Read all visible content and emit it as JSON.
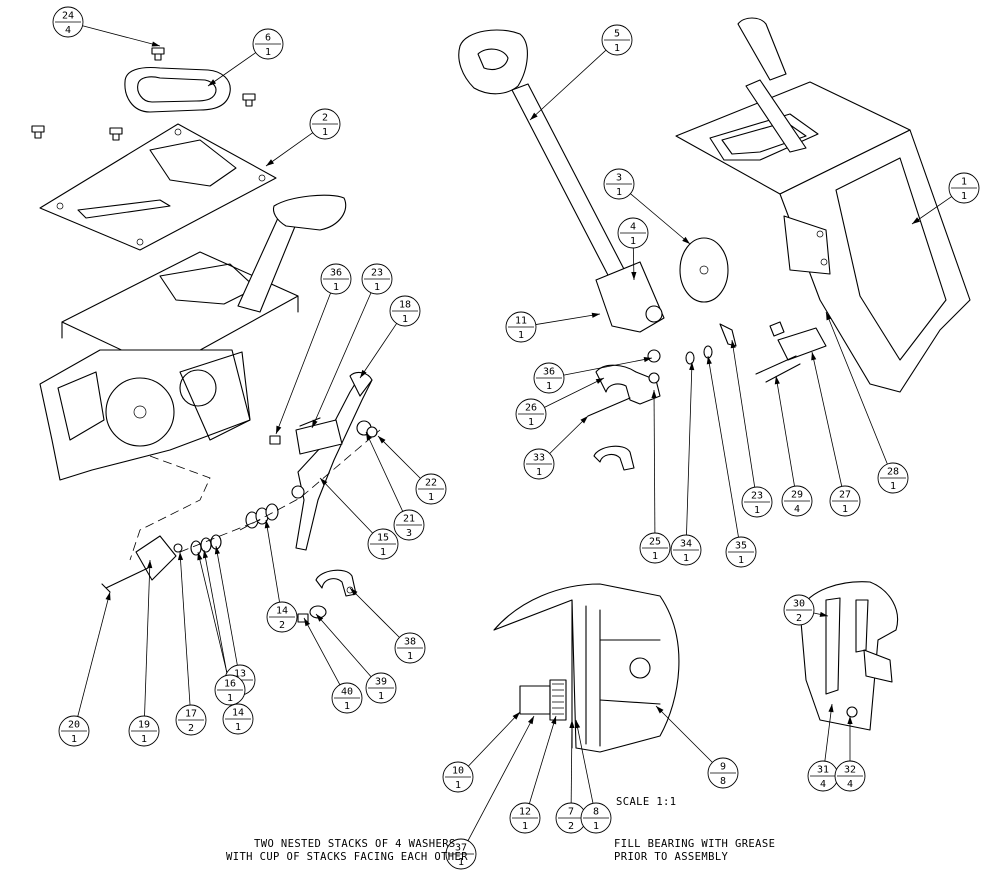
{
  "balloons": [
    {
      "item": "24",
      "qty": "4"
    },
    {
      "item": "6",
      "qty": "1"
    },
    {
      "item": "2",
      "qty": "1"
    },
    {
      "item": "36",
      "qty": "1"
    },
    {
      "item": "23",
      "qty": "1"
    },
    {
      "item": "18",
      "qty": "1"
    },
    {
      "item": "22",
      "qty": "1"
    },
    {
      "item": "21",
      "qty": "3"
    },
    {
      "item": "15",
      "qty": "1"
    },
    {
      "item": "14",
      "qty": "2"
    },
    {
      "item": "13",
      "qty": "2"
    },
    {
      "item": "16",
      "qty": "1"
    },
    {
      "item": "17",
      "qty": "2"
    },
    {
      "item": "14",
      "qty": "1"
    },
    {
      "item": "19",
      "qty": "1"
    },
    {
      "item": "20",
      "qty": "1"
    },
    {
      "item": "38",
      "qty": "1"
    },
    {
      "item": "39",
      "qty": "1"
    },
    {
      "item": "40",
      "qty": "1"
    },
    {
      "item": "5",
      "qty": "1"
    },
    {
      "item": "3",
      "qty": "1"
    },
    {
      "item": "4",
      "qty": "1"
    },
    {
      "item": "11",
      "qty": "1"
    },
    {
      "item": "36",
      "qty": "1"
    },
    {
      "item": "26",
      "qty": "1"
    },
    {
      "item": "33",
      "qty": "1"
    },
    {
      "item": "25",
      "qty": "1"
    },
    {
      "item": "34",
      "qty": "1"
    },
    {
      "item": "35",
      "qty": "1"
    },
    {
      "item": "23",
      "qty": "1"
    },
    {
      "item": "29",
      "qty": "4"
    },
    {
      "item": "27",
      "qty": "1"
    },
    {
      "item": "28",
      "qty": "1"
    },
    {
      "item": "1",
      "qty": "1"
    },
    {
      "item": "10",
      "qty": "1"
    },
    {
      "item": "12",
      "qty": "1"
    },
    {
      "item": "7",
      "qty": "2"
    },
    {
      "item": "8",
      "qty": "1"
    },
    {
      "item": "37",
      "qty": "1"
    },
    {
      "item": "9",
      "qty": "8"
    },
    {
      "item": "30",
      "qty": "2"
    },
    {
      "item": "31",
      "qty": "4"
    },
    {
      "item": "32",
      "qty": "4"
    }
  ],
  "notes": {
    "scale": "SCALE  1:1",
    "washers_line1": "TWO NESTED STACKS OF 4 WASHERS",
    "washers_line2": "WITH CUP OF STACKS FACING EACH OTHER",
    "grease_line1": "FILL BEARING WITH GREASE",
    "grease_line2": "PRIOR TO ASSEMBLY"
  }
}
